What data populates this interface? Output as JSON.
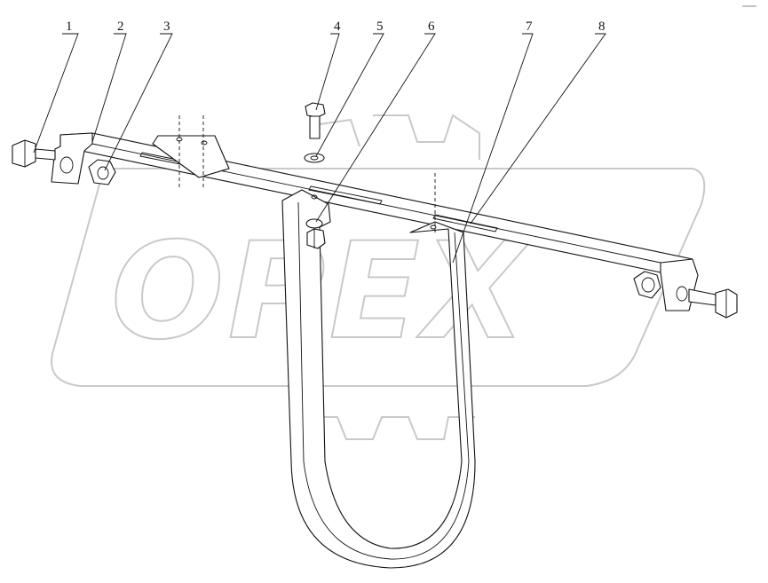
{
  "watermark": {
    "text": "OPEX"
  },
  "corner_mark": "",
  "callouts": [
    {
      "id": "1",
      "part": "bolt-left"
    },
    {
      "id": "2",
      "part": "bracket-bar"
    },
    {
      "id": "3",
      "part": "nut-left"
    },
    {
      "id": "4",
      "part": "bolt-top"
    },
    {
      "id": "5",
      "part": "washer"
    },
    {
      "id": "6",
      "part": "washer-nut"
    },
    {
      "id": "7",
      "part": "clamp-strap"
    },
    {
      "id": "8",
      "part": "bracket-slot"
    }
  ]
}
